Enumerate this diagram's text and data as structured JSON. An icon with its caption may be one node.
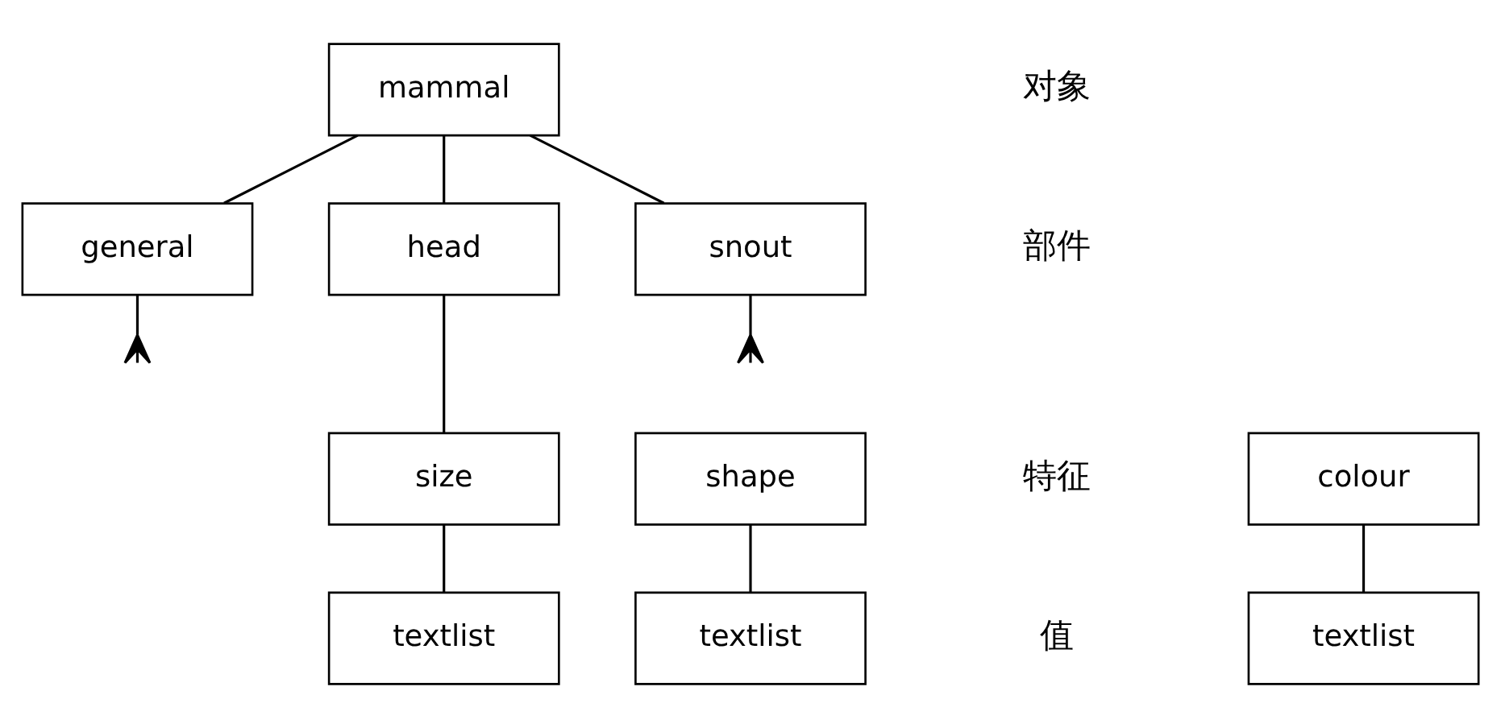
{
  "diagram": {
    "nodes": [
      {
        "text": [
          "mammal"
        ]
      },
      {
        "text": [
          "general"
        ]
      },
      {
        "text": [
          "head"
        ]
      },
      {
        "text": [
          "snout"
        ]
      },
      {
        "text": [
          "shape"
        ]
      },
      {
        "text": [
          "size"
        ]
      },
      {
        "text": [
          "colour"
        ]
      },
      {
        "text": [
          "textlist"
        ]
      },
      {
        "text": [
          "textlist"
        ]
      },
      {
        "text": [
          "textlist"
        ]
      }
    ],
    "edges": [
      {
        "from": 0,
        "to": 1,
        "arrow": "none"
      },
      {
        "from": 0,
        "to": 2,
        "arrow": "none"
      },
      {
        "from": 0,
        "to": 3,
        "arrow": "none"
      },
      {
        "from": 1,
        "to": null,
        "arrow": "other"
      },
      {
        "from": 3,
        "to": null,
        "arrow": "other"
      },
      {
        "from": 2,
        "to": 5,
        "arrow": "none"
      },
      {
        "from": 4,
        "to": 7,
        "arrow": "none"
      },
      {
        "from": 5,
        "to": 8,
        "arrow": "none"
      },
      {
        "from": 6,
        "to": 9,
        "arrow": "none"
      }
    ],
    "labels": [
      "对象",
      "部件",
      "特征",
      "值"
    ]
  }
}
